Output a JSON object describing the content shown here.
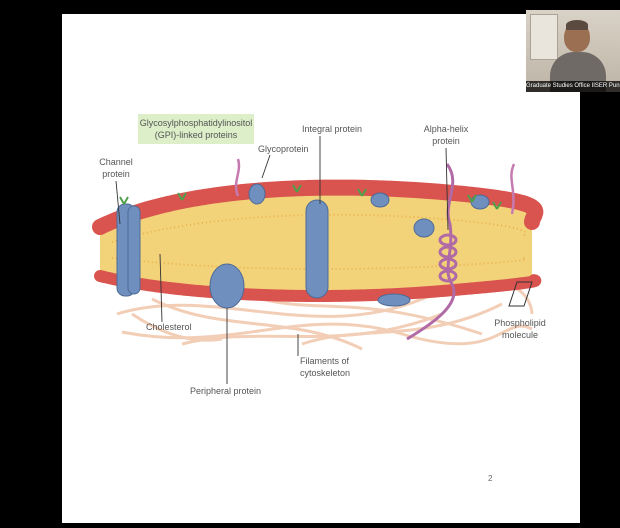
{
  "presenter": {
    "name_caption": "Graduate Studies Office IISER Pune"
  },
  "slide": {
    "page_number": "2",
    "labels": {
      "gpi_line1": "Glycosylphosphatidylinositol",
      "gpi_line2": "(GPI)-linked proteins",
      "glycoprotein": "Glycoprotein",
      "integral_protein": "Integral protein",
      "alpha_helix_line1": "Alpha-helix",
      "alpha_helix_line2": "protein",
      "channel_protein_line1": "Channel",
      "channel_protein_line2": "protein",
      "cholesterol": "Cholesterol",
      "peripheral_protein": "Peripheral protein",
      "filaments_line1": "Filaments of",
      "filaments_line2": "cytoskeleton",
      "phospholipid_line1": "Phospholipid",
      "phospholipid_line2": "molecule"
    }
  },
  "colors": {
    "background": "#000000",
    "slide": "#ffffff",
    "lipid_head": "#d9534f",
    "lipid_tail": "#e8b04a",
    "protein": "#6f8fbf",
    "glyco": "#c57ab0",
    "filament": "#f1c9b0",
    "gpi_box": "#dcefc9"
  }
}
